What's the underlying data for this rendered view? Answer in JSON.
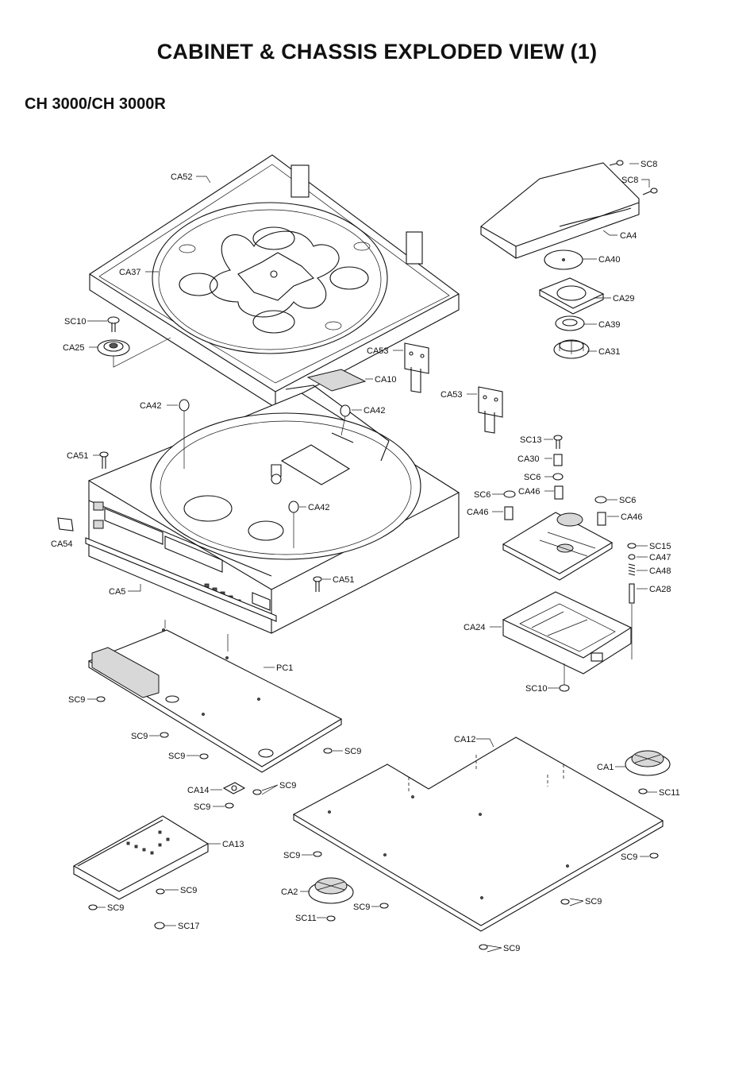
{
  "page": {
    "title": "CABINET & CHASSIS EXPLODED VIEW (1)",
    "subtitle": "CH 3000/CH 3000R"
  },
  "callouts": {
    "ca52": "CA52",
    "ca37": "CA37",
    "sc10_top": "SC10",
    "ca25": "CA25",
    "sc8_a": "SC8",
    "sc8_b": "SC8",
    "ca4": "CA4",
    "ca40": "CA40",
    "ca29": "CA29",
    "ca39": "CA39",
    "ca31": "CA31",
    "ca53_a": "CA53",
    "ca53_b": "CA53",
    "ca10": "CA10",
    "ca42_a": "CA42",
    "ca42_b": "CA42",
    "ca42_c": "CA42",
    "ca51_a": "CA51",
    "ca51_b": "CA51",
    "ca54": "CA54",
    "ca5": "CA5",
    "sc13": "SC13",
    "ca30": "CA30",
    "sc6_a": "SC6",
    "sc6_b": "SC6",
    "sc6_c": "SC6",
    "ca46_a": "CA46",
    "ca46_b": "CA46",
    "ca46_c": "CA46",
    "sc15": "SC15",
    "ca47": "CA47",
    "ca48": "CA48",
    "ca28": "CA28",
    "ca24": "CA24",
    "sc10_bottom": "SC10",
    "pc1": "PC1",
    "sc9_1": "SC9",
    "sc9_2": "SC9",
    "sc9_3": "SC9",
    "sc9_4": "SC9",
    "sc9_5": "SC9",
    "sc9_6": "SC9",
    "ca14": "CA14",
    "ca12": "CA12",
    "ca1": "CA1",
    "sc11_a": "SC11",
    "ca13": "CA13",
    "sc9_7": "SC9",
    "sc9_8": "SC9",
    "sc17": "SC17",
    "sc9_9": "SC9",
    "ca2": "CA2",
    "sc11_b": "SC11",
    "sc9_10": "SC9",
    "sc9_11": "SC9",
    "sc9_12": "SC9",
    "sc9_13": "SC9"
  }
}
